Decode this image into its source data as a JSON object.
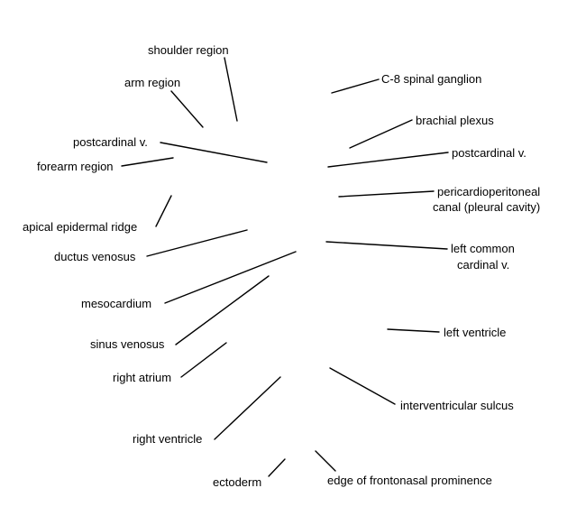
{
  "labels": {
    "shoulder_region": "shoulder region",
    "arm_region": "arm region",
    "postcardinal_v_left": "postcardinal v.",
    "forearm_region": "forearm region",
    "apical_epidermal_ridge": "apical epidermal ridge",
    "ductus_venosus": "ductus venosus",
    "mesocardium": "mesocardium",
    "sinus_venosus": "sinus venosus",
    "right_atrium": "right atrium",
    "right_ventricle": "right ventricle",
    "ectoderm": "ectoderm",
    "c8_spinal_ganglion": "C-8 spinal ganglion",
    "brachial_plexus": "brachial plexus",
    "postcardinal_v_right": "postcardinal v.",
    "pericardioperitoneal_line1": "pericardioperitoneal",
    "pericardioperitoneal_line2": "canal (pleural cavity)",
    "left_common_cardinal_line1": "left common",
    "left_common_cardinal_line2": "cardinal v.",
    "left_ventricle": "left ventricle",
    "interventricular_sulcus": "interventricular sulcus",
    "edge_frontonasal": "edge of frontonasal prominence"
  }
}
